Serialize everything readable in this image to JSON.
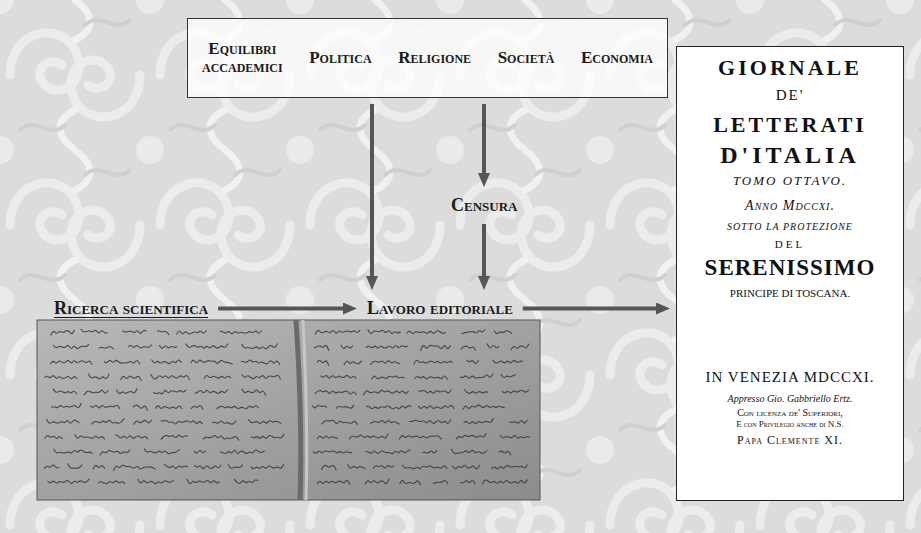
{
  "diagram": {
    "nodes": [
      {
        "text": [
          "Equilibri accademici",
          "Politica",
          "Religione",
          "Società",
          "Economia"
        ]
      },
      {
        "text": [
          "Censura"
        ]
      },
      {
        "text": [
          "Ricerca scientifica"
        ]
      },
      {
        "text": [
          "Lavoro editoriale"
        ]
      },
      {
        "text": [
          "GIORNALE",
          "DE'",
          "LETTERATI",
          "D'ITALIA",
          "TOMO OTTAVO.",
          "Anno Mdccxi.",
          "SOTTO LA PROTEZIONE",
          "DEL",
          "SERENISSIMO",
          "PRINCIPE DI TOSCANA.",
          "IN VENEZIA MDCCXI.",
          "Appresso Gio. Gabbriello Ertz.",
          "Con licenza de' Superiori,",
          "E con Privilegio anche di N.S.",
          "Papa Clemente XI."
        ]
      }
    ],
    "edges": [
      {
        "from": 0,
        "to": 3,
        "arrow": "to"
      },
      {
        "from": 0,
        "to": 1,
        "arrow": "to"
      },
      {
        "from": 1,
        "to": 3,
        "arrow": "to"
      },
      {
        "from": 2,
        "to": 3,
        "arrow": "to"
      },
      {
        "from": 3,
        "to": 4,
        "arrow": "to"
      }
    ]
  }
}
